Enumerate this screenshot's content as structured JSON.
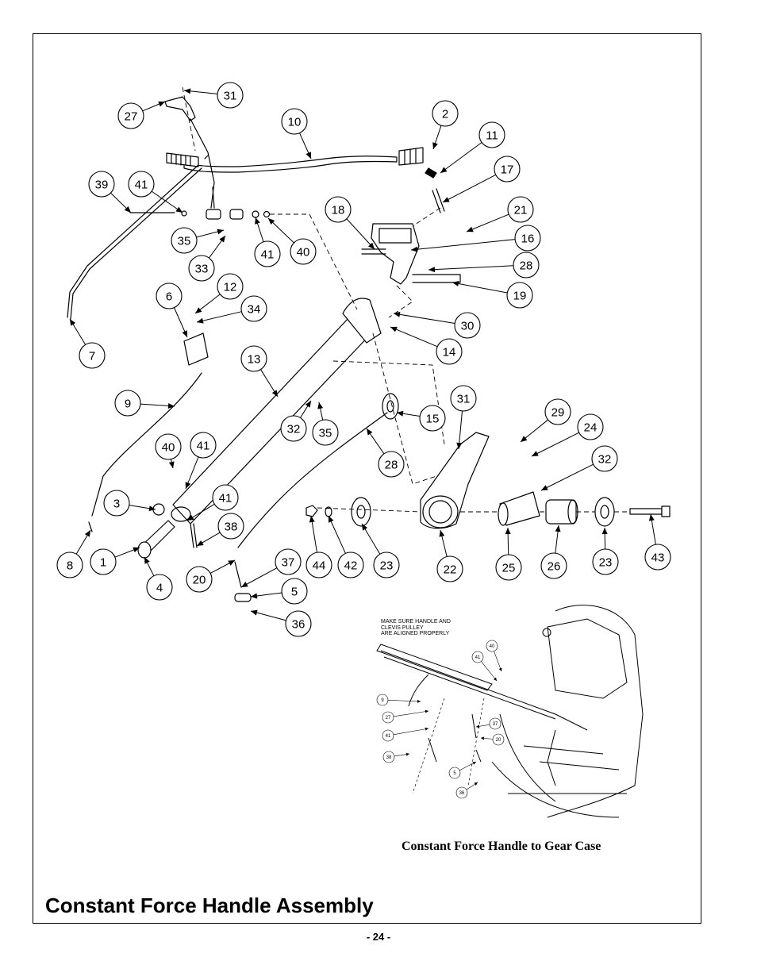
{
  "page": {
    "title": "Constant Force Handle Assembly",
    "subtitle": "Constant Force Handle to Gear Case",
    "page_number": "- 24 -",
    "inset_note": "MAKE SURE HANDLE AND\nCLEVIS PULLEY\nARE ALIGNED PROPERLY"
  },
  "callouts": [
    "31",
    "27",
    "10",
    "2",
    "11",
    "17",
    "39",
    "41",
    "18",
    "21",
    "16",
    "35",
    "41",
    "40",
    "28",
    "33",
    "19",
    "12",
    "6",
    "34",
    "30",
    "7",
    "14",
    "13",
    "9",
    "31",
    "15",
    "29",
    "32",
    "35",
    "24",
    "28",
    "32",
    "40",
    "41",
    "3",
    "41",
    "38",
    "8",
    "1",
    "44",
    "42",
    "23",
    "22",
    "25",
    "26",
    "23",
    "43",
    "4",
    "20",
    "37",
    "5",
    "36"
  ],
  "inset_callouts": [
    "40",
    "41",
    "9",
    "27",
    "37",
    "41",
    "20",
    "38",
    "5",
    "36"
  ],
  "colors": {
    "ink": "#000000",
    "paper": "#ffffff"
  }
}
